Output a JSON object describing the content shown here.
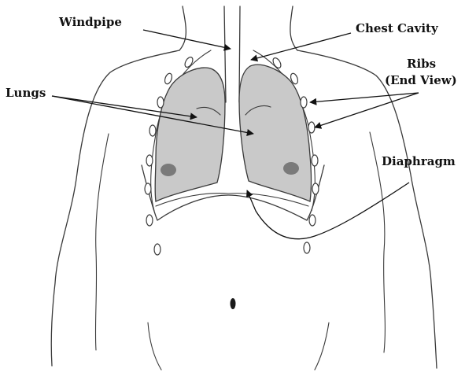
{
  "labels": {
    "windpipe": "Windpipe",
    "chest_cavity": "Chest Cavity",
    "ribs_line1": "Ribs",
    "ribs_line2": "(End View)",
    "lungs": "Lungs",
    "diaphragm": "Diaphragm"
  },
  "colors": {
    "lung_fill": "#c9c9c9",
    "outline": "#3a3a3a",
    "text": "#111111"
  }
}
